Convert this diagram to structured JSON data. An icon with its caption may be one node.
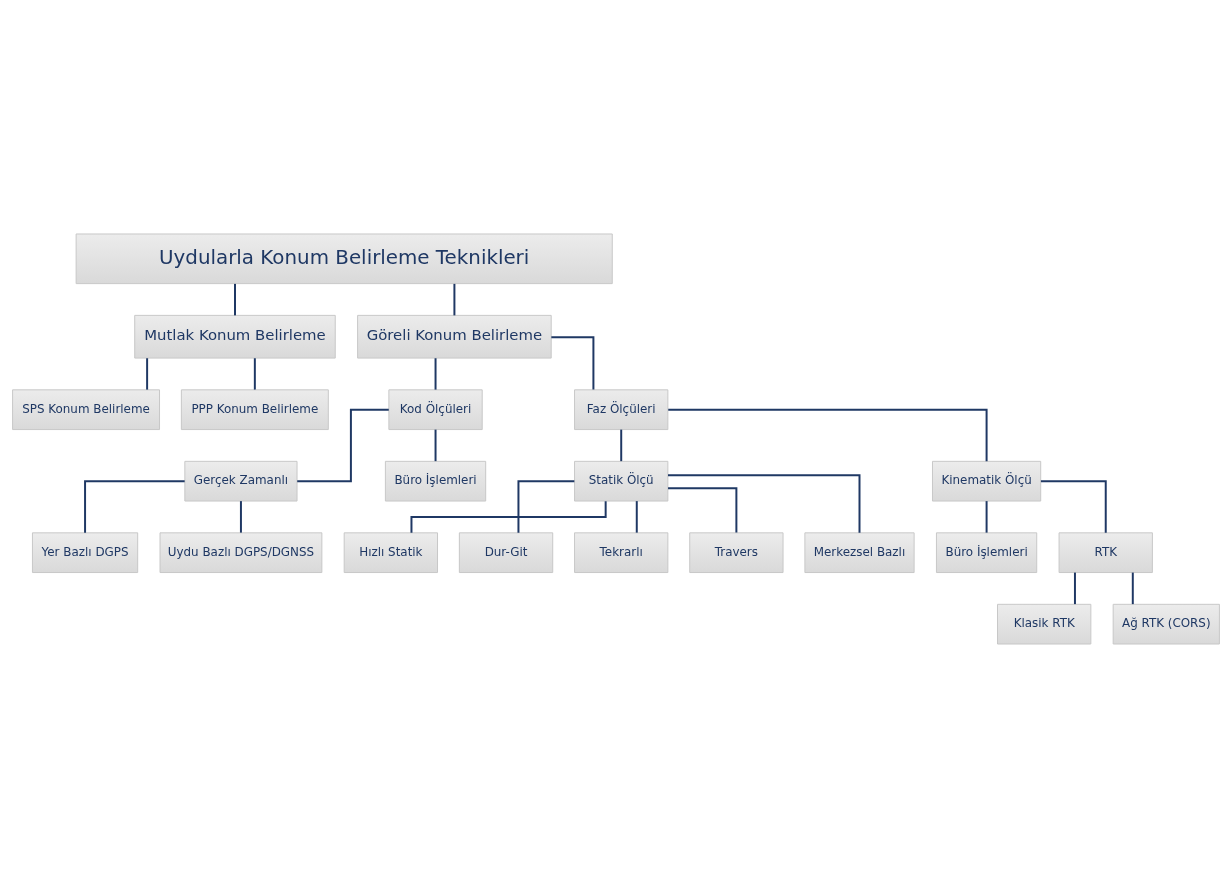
{
  "diagram": {
    "nodes": [
      {
        "text": [
          "Uydularla Konum Belirleme Teknikleri"
        ]
      },
      {
        "text": [
          "Mutlak Konum Belirleme"
        ]
      },
      {
        "text": [
          "Göreli Konum Belirleme"
        ]
      },
      {
        "text": [
          "SPS Konum Belirleme"
        ]
      },
      {
        "text": [
          "PPP Konum Belirleme"
        ]
      },
      {
        "text": [
          "Kod Ölçüleri"
        ]
      },
      {
        "text": [
          "Faz Ölçüleri"
        ]
      },
      {
        "text": [
          "Gerçek Zamanlı"
        ]
      },
      {
        "text": [
          "Büro İşlemleri"
        ]
      },
      {
        "text": [
          "Statik Ölçü"
        ]
      },
      {
        "text": [
          "Kinematik Ölçü"
        ]
      },
      {
        "text": [
          "Yer Bazlı DGPS"
        ]
      },
      {
        "text": [
          "Uydu Bazlı DGPS/DGNSS"
        ]
      },
      {
        "text": [
          "Hızlı Statik"
        ]
      },
      {
        "text": [
          "Büro İşlemleri"
        ]
      },
      {
        "text": [
          "RTK"
        ]
      },
      {
        "text": [
          "Dur-Git"
        ]
      },
      {
        "text": [
          "Klasik RTK"
        ]
      },
      {
        "text": [
          "Tekrarlı"
        ]
      },
      {
        "text": [
          "Ağ RTK (CORS)"
        ]
      },
      {
        "text": [
          "Travers"
        ]
      },
      {
        "text": [
          "Merkezsel Bazlı"
        ]
      }
    ],
    "edges": [
      {
        "from": 0,
        "to": 1,
        "arrow": "none"
      },
      {
        "from": 0,
        "to": 2,
        "arrow": "none"
      },
      {
        "from": 1,
        "to": 3,
        "arrow": "none"
      },
      {
        "from": 1,
        "to": 4,
        "arrow": "none"
      },
      {
        "from": 2,
        "to": 5,
        "arrow": "none"
      },
      {
        "from": 2,
        "to": 6,
        "arrow": "none"
      },
      {
        "from": 5,
        "to": 7,
        "arrow": "none"
      },
      {
        "from": 5,
        "to": 8,
        "arrow": "none"
      },
      {
        "from": 6,
        "to": 9,
        "arrow": "none"
      },
      {
        "from": 6,
        "to": 10,
        "arrow": "none"
      },
      {
        "from": 7,
        "to": 11,
        "arrow": "none"
      },
      {
        "from": 7,
        "to": 12,
        "arrow": "none"
      },
      {
        "from": 9,
        "to": 13,
        "arrow": "none"
      },
      {
        "from": 9,
        "to": 16,
        "arrow": "none"
      },
      {
        "from": 9,
        "to": 18,
        "arrow": "none"
      },
      {
        "from": 9,
        "to": 20,
        "arrow": "none"
      },
      {
        "from": 9,
        "to": 21,
        "arrow": "none"
      },
      {
        "from": 10,
        "to": 14,
        "arrow": "none"
      },
      {
        "from": 10,
        "to": 15,
        "arrow": "none"
      },
      {
        "from": 15,
        "to": 17,
        "arrow": "none"
      },
      {
        "from": 15,
        "to": 19,
        "arrow": "none"
      }
    ]
  }
}
